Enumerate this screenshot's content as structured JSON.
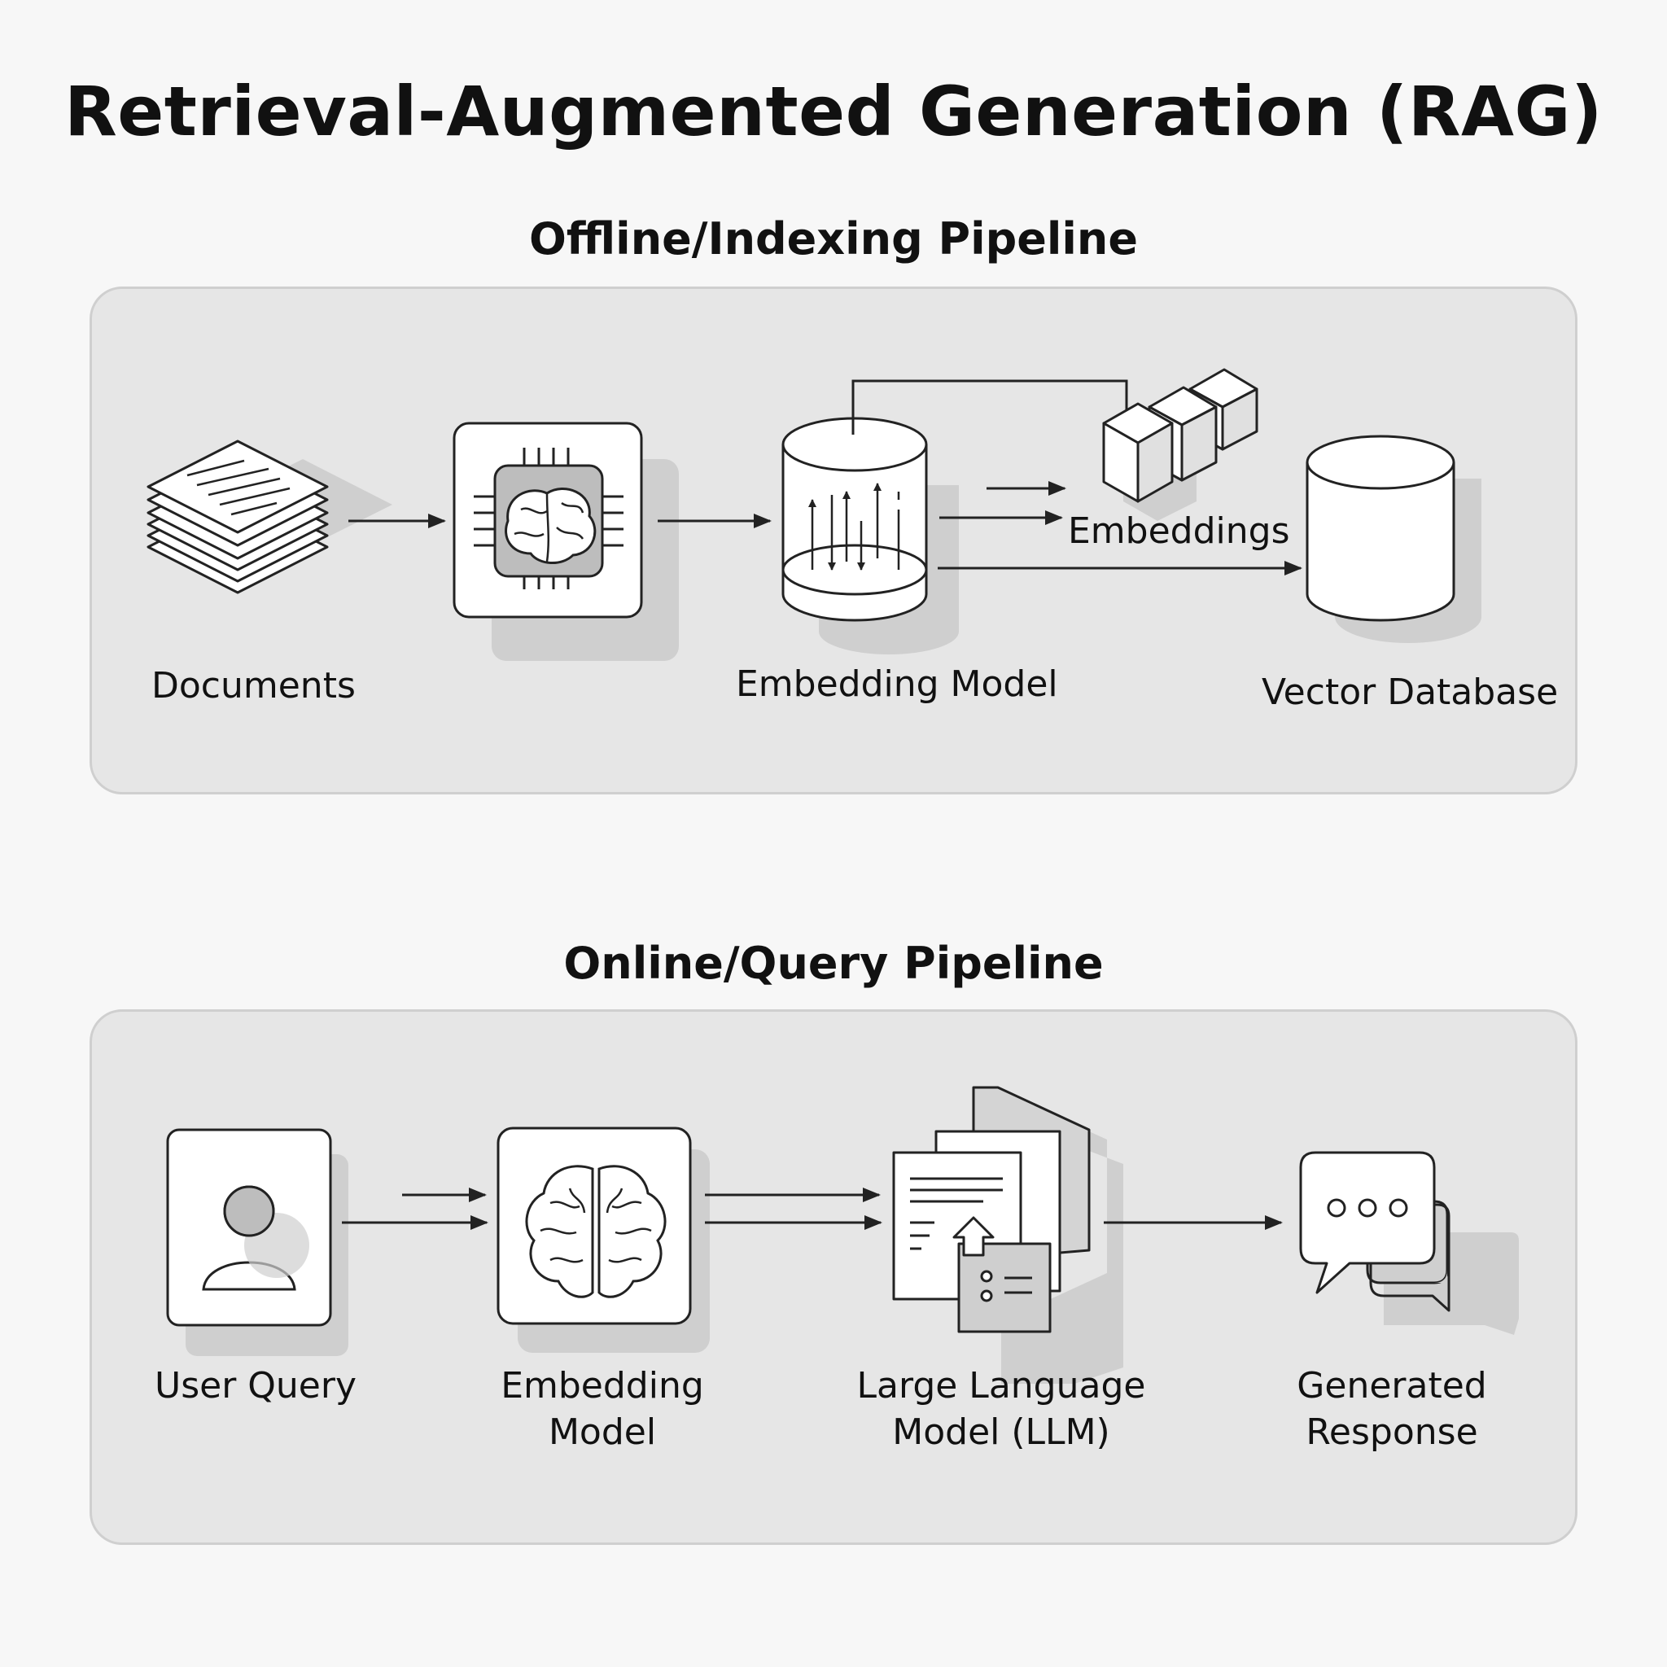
{
  "title": "Retrieval-Augmented Generation (RAG)",
  "offline": {
    "section_title": "Offline/Indexing Pipeline",
    "nodes": {
      "documents": "Documents",
      "embedding_model": "Embedding Model",
      "embeddings": "Embeddings",
      "vector_database": "Vector Database"
    },
    "icons": [
      "documents-stack-icon",
      "chip-brain-icon",
      "cylinder-vectors-icon",
      "cubes-icon",
      "database-icon"
    ]
  },
  "online": {
    "section_title": "Online/Query Pipeline",
    "nodes": {
      "user_query": "User Query",
      "embedding_model_l1": "Embedding",
      "embedding_model_l2": "Model",
      "llm_l1": "Large Language",
      "llm_l2": "Model (LLM)",
      "response_l1": "Generated",
      "response_l2": "Response"
    },
    "icons": [
      "user-icon",
      "brain-icon",
      "documents-llm-icon",
      "chat-bubbles-icon"
    ]
  },
  "colors": {
    "background": "#f7f7f7",
    "panel": "#e6e6e6",
    "panel_border": "#cfcfcf",
    "stroke": "#222222",
    "shadow": "#c8c8c8"
  }
}
